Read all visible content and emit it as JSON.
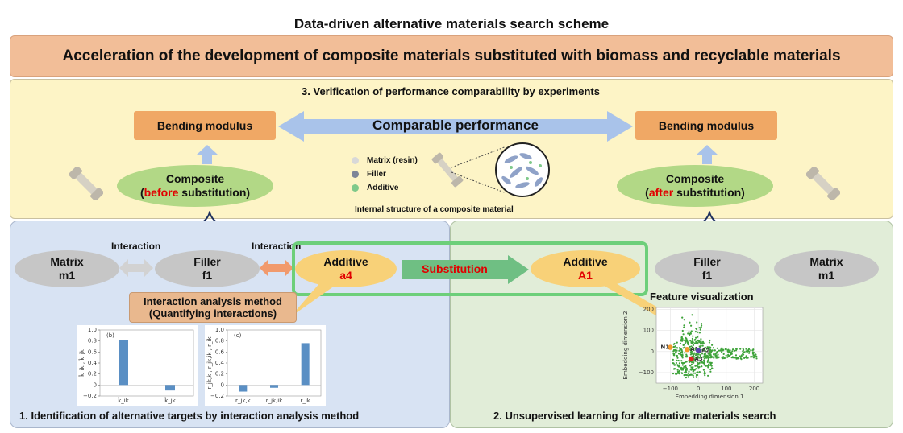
{
  "title": "Data-driven alternative  materials search scheme",
  "banner": "Acceleration of the development of composite materials substituted with biomass and recyclable materials",
  "section3": {
    "heading": "3.    Verification of performance comparability by experiments",
    "left_modulus": "Bending modulus",
    "right_modulus": "Bending modulus",
    "comparable": "Comparable performance",
    "composite_before": {
      "line1": "Composite",
      "open": "(",
      "highlight": "before",
      "rest": " substitution)"
    },
    "composite_after": {
      "line1": "Composite",
      "open": "(",
      "highlight": "after",
      "rest": " substitution)"
    },
    "legend": [
      {
        "label": "Matrix (resin)",
        "color": "#d8d8d8"
      },
      {
        "label": "Filler",
        "color": "#7d8597"
      },
      {
        "label": "Additive",
        "color": "#7fc98a"
      }
    ],
    "internal_caption": "Internal structure of a composite material"
  },
  "section1": {
    "heading": "1.    Identification of alternative targets by interaction analysis method",
    "interaction1": "Interaction",
    "interaction2": "Interaction",
    "matrix": {
      "line1": "Matrix",
      "line2": "m1"
    },
    "filler": {
      "line1": "Filler",
      "line2": "f1"
    },
    "additive": {
      "line1": "Additive",
      "line2": "a4"
    },
    "method": {
      "line1": "Interaction analysis method",
      "line2": "(Quantifying interactions)"
    }
  },
  "substitution": "Substitution",
  "section2": {
    "heading": "2.    Unsupervised learning for alternative materials search",
    "additive": {
      "line1": "Additive",
      "line2": "A1"
    },
    "filler": {
      "line1": "Filler",
      "line2": "f1"
    },
    "matrix": {
      "line1": "Matrix",
      "line2": "m1"
    },
    "feature_title": "Feature visualization"
  },
  "chart_data": [
    {
      "type": "bar",
      "panel_label": "(b)",
      "categories": [
        "k̂_ik",
        "k̂_jk"
      ],
      "values": [
        0.82,
        -0.1
      ],
      "ylim": [
        -0.2,
        1.0
      ],
      "yticks": [
        "1.0",
        "0.8",
        "0.6",
        "0.4",
        "0.2",
        "0",
        "−0.2"
      ],
      "ylabel": "k̂_ik , k̂_jk",
      "color": "#5a8fc4"
    },
    {
      "type": "bar",
      "panel_label": "(c)",
      "categories": [
        "r_jk,k",
        "r_jk,ik",
        "r_ik"
      ],
      "values": [
        -0.12,
        -0.05,
        0.76
      ],
      "ylim": [
        -0.2,
        1.0
      ],
      "yticks": [
        "1.0",
        "0.8",
        "0.6",
        "0.4",
        "0.2",
        "0",
        "−0.2"
      ],
      "ylabel": "r_jk,k , r_jk,ik , r_ik",
      "color": "#5a8fc4"
    },
    {
      "type": "scatter",
      "xlabel": "Embedding dimension 1",
      "ylabel": "Embedding dimension 2",
      "xticks": [
        "−100",
        "0",
        "100",
        "200"
      ],
      "yticks": [
        "200",
        "100",
        "0",
        "−100"
      ],
      "xlim": [
        -150,
        230
      ],
      "ylim": [
        -150,
        210
      ],
      "grid": true,
      "point_color": "#3ea33a",
      "labels": [
        {
          "text": "N1",
          "x": -100,
          "y": 20,
          "color": "#f29a2e"
        },
        {
          "text": "A1",
          "x": -40,
          "y": 10,
          "color": "#f29a2e"
        },
        {
          "text": "A2",
          "x": 0,
          "y": 5,
          "color": "#5b3fb0"
        },
        {
          "text": "A3",
          "x": -25,
          "y": -35,
          "color": "#e02424"
        }
      ]
    }
  ]
}
